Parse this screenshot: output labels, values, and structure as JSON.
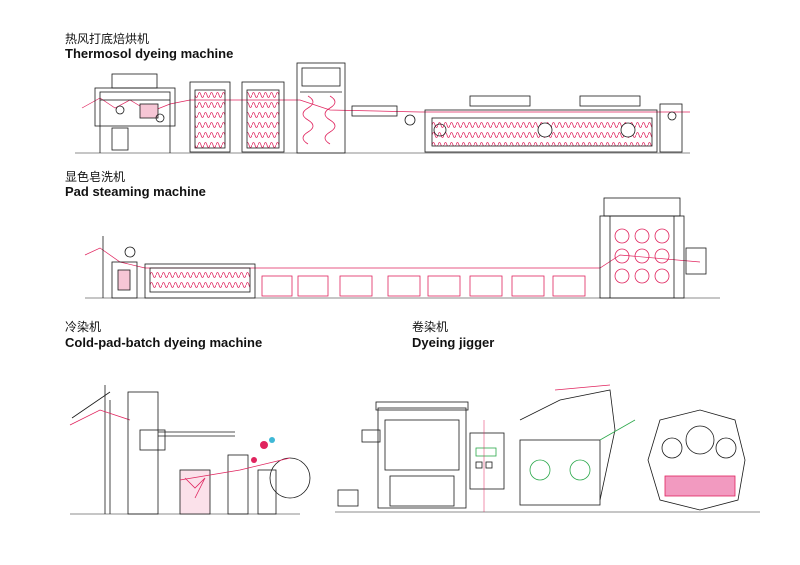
{
  "sections": [
    {
      "id": "thermosol",
      "title_cn": "热风打底焙烘机",
      "title_en": "Thermosol dyeing machine"
    },
    {
      "id": "pad-steaming",
      "title_cn": "显色皂洗机",
      "title_en": "Pad steaming machine"
    },
    {
      "id": "cold-pad-batch",
      "title_cn": "冷染机",
      "title_en": "Cold-pad-batch dyeing machine"
    },
    {
      "id": "dyeing-jigger",
      "title_cn": "卷染机",
      "title_en": "Dyeing jigger"
    }
  ],
  "colors": {
    "line": "#1a1a1a",
    "fabric": "#e0245e",
    "accent": "#3fb8d6",
    "green": "#2aa84a"
  }
}
